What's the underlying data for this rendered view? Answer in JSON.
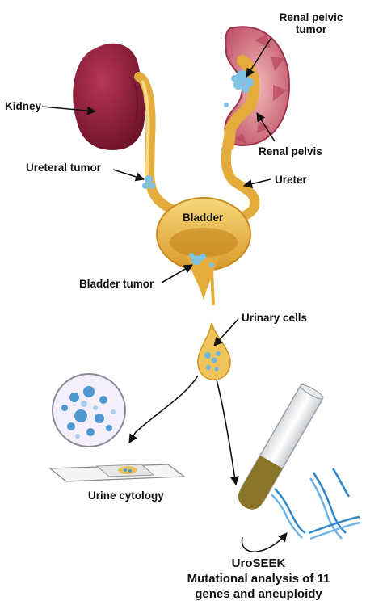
{
  "labels": {
    "renal_pelvic_tumor": "Renal pelvic\ntumor",
    "kidney": "Kidney",
    "renal_pelvis": "Renal pelvis",
    "ureteral_tumor": "Ureteral tumor",
    "ureter": "Ureter",
    "bladder": "Bladder",
    "bladder_tumor": "Bladder tumor",
    "urinary_cells": "Urinary cells",
    "urine_cytology": "Urine cytology",
    "uroseek_title": "UroSEEK",
    "uroseek_line2": "Mutational analysis of 11",
    "uroseek_line3": "genes and aneuploidy"
  },
  "colors": {
    "kidney": "#8e1f3a",
    "kidney_cut": "#c8707c",
    "urine": "#e9b63a",
    "tumor": "#7fc3e6",
    "dna": "#2f86c9",
    "tube_fluid": "#8a7428"
  }
}
